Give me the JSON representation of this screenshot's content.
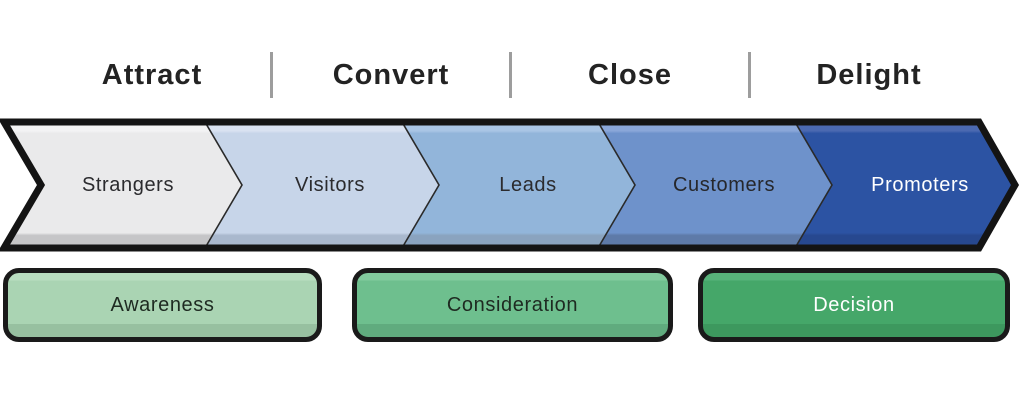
{
  "background_color": "#ffffff",
  "header": {
    "stages": [
      "Attract",
      "Convert",
      "Close",
      "Delight"
    ],
    "text_color": "#232323",
    "divider_color": "#9d9d9d"
  },
  "funnel": {
    "outline_color": "#141414",
    "separator_color": "#2a2a2a",
    "segments": [
      {
        "label": "Strangers",
        "color_top": "#f3f3f4",
        "color_main": "#eaeaeb",
        "color_bottom": "#c5c5c7",
        "text_color": "#2b2b2e"
      },
      {
        "label": "Visitors",
        "color_top": "#d9e2f1",
        "color_main": "#c7d5e9",
        "color_bottom": "#a9b8cd",
        "text_color": "#2b2b2e"
      },
      {
        "label": "Leads",
        "color_top": "#a9c5e5",
        "color_main": "#92b5da",
        "color_bottom": "#8aa3bf",
        "text_color": "#2b2b2e"
      },
      {
        "label": "Customers",
        "color_top": "#8aa7d9",
        "color_main": "#6e92cb",
        "color_bottom": "#5e7aa8",
        "text_color": "#26272b"
      },
      {
        "label": "Promoters",
        "color_top": "#4b69b1",
        "color_main": "#2c53a3",
        "color_bottom": "#27488f",
        "text_color": "#ffffff"
      }
    ]
  },
  "phases": {
    "border_color": "#1a1a1a",
    "items": [
      {
        "label": "Awareness",
        "color_top": "#b9dec0",
        "color_main": "#aad4b3",
        "color_bottom": "#97c0a0",
        "text_color": "#1e2a21"
      },
      {
        "label": "Consideration",
        "color_top": "#83cb9e",
        "color_main": "#6ebf8e",
        "color_bottom": "#60ab7e",
        "text_color": "#1e2a21"
      },
      {
        "label": "Decision",
        "color_top": "#58b37a",
        "color_main": "#45a769",
        "color_bottom": "#3d985e",
        "text_color": "#ffffff"
      }
    ]
  }
}
